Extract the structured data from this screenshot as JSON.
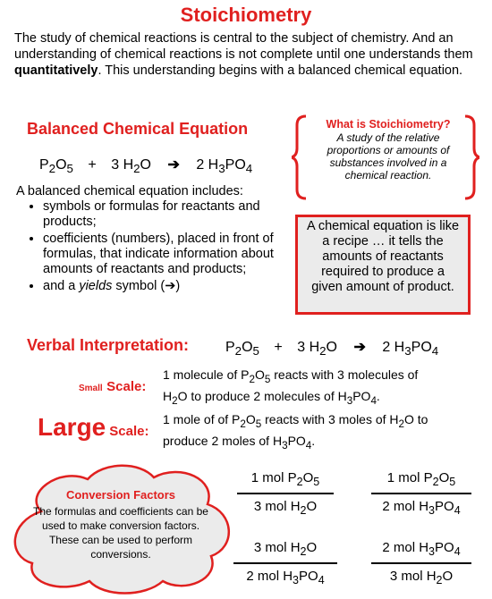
{
  "title": "Stoichiometry",
  "intro": {
    "before": "The study of chemical reactions is central to the subject of chemistry. And an understanding of chemical reactions is not complete until one understands them ",
    "bold": "quantitatively",
    "after": ". This understanding begins with a balanced chemical equation."
  },
  "balanced": {
    "heading": "Balanced Chemical Equation",
    "list_intro": "A balanced chemical equation includes:",
    "items": [
      "symbols or formulas for reactants and products;",
      "coefficients (numbers), placed in front of formulas, that indicate information about amounts of reactants and products;"
    ],
    "last_item": {
      "before": "and a ",
      "italic": "yields",
      "after": " symbol (➔)"
    }
  },
  "equation": {
    "reactant1": {
      "base": "P",
      "sub1": "2",
      "mid": "O",
      "sub2": "5"
    },
    "plus": "+",
    "reactant2": {
      "coef": "3 H",
      "sub": "2",
      "tail": "O"
    },
    "arrow": "➔",
    "product": {
      "coef": "2 H",
      "sub1": "3",
      "mid": "PO",
      "sub2": "4"
    }
  },
  "what_is": {
    "heading": "What is Stoichiometry?",
    "body": "A study of the relative proportions or amounts of substances involved in a chemical reaction."
  },
  "recipe": "A chemical equation is like a recipe … it tells the amounts of reactants required to produce a given amount of product.",
  "verbal": {
    "heading": "Verbal Interpretation:"
  },
  "small_scale": {
    "label_small": "Small",
    "label_scale": "Scale:",
    "line1": {
      "a": "1 molecule of P",
      "s1": "2",
      "b": "O",
      "s2": "5",
      "c": " reacts with 3 molecules of"
    },
    "line2": {
      "a": "H",
      "s1": "2",
      "b": "O to produce 2 molecules of H",
      "s2": "3",
      "c": "PO",
      "s3": "4",
      "d": "."
    }
  },
  "large_scale": {
    "label_large": "Large",
    "label_scale": "Scale:",
    "line1": {
      "a": "1 mole of of P",
      "s1": "2",
      "b": "O",
      "s2": "5",
      "c": " reacts with 3 moles of H",
      "s3": "2",
      "d": "O to"
    },
    "line2": {
      "a": "produce 2 moles of H",
      "s1": "3",
      "b": "PO",
      "s2": "4",
      "c": "."
    }
  },
  "conversion": {
    "heading": "Conversion Factors",
    "body": "The formulas and coefficients can be used to make conversion factors. These can be used to perform conversions."
  },
  "fractions": [
    {
      "num": {
        "a": "1 mol P",
        "s1": "2",
        "b": "O",
        "s2": "5",
        "c": ""
      },
      "den": {
        "a": "3 mol H",
        "s1": "2",
        "b": "O",
        "s2": "",
        "c": ""
      }
    },
    {
      "num": {
        "a": "1 mol P",
        "s1": "2",
        "b": "O",
        "s2": "5",
        "c": ""
      },
      "den": {
        "a": "2 mol H",
        "s1": "3",
        "b": "PO",
        "s2": "4",
        "c": ""
      }
    },
    {
      "num": {
        "a": "3 mol H",
        "s1": "2",
        "b": "O",
        "s2": "",
        "c": ""
      },
      "den": {
        "a": "2 mol H",
        "s1": "3",
        "b": "PO",
        "s2": "4",
        "c": ""
      }
    },
    {
      "num": {
        "a": "2 mol H",
        "s1": "3",
        "b": "PO",
        "s2": "4",
        "c": ""
      },
      "den": {
        "a": "3 mol H",
        "s1": "2",
        "b": "O",
        "s2": "",
        "c": ""
      }
    }
  ],
  "colors": {
    "accent": "#e0201f",
    "box_fill": "#ebebeb",
    "cloud_fill": "#ebebeb"
  }
}
